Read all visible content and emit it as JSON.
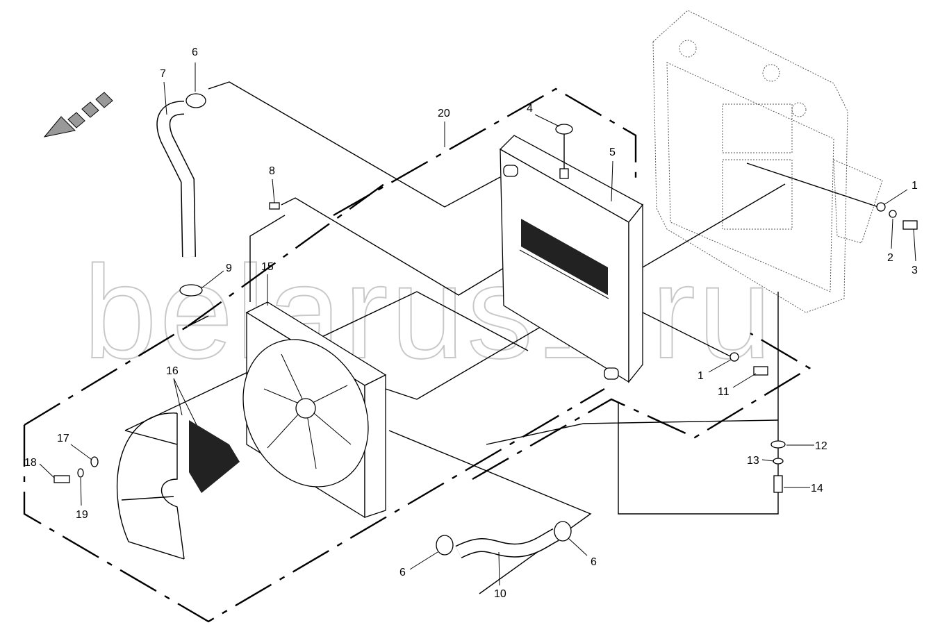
{
  "diagram": {
    "watermark": "belarus1.ru",
    "callouts": [
      {
        "id": "c6a",
        "text": "6"
      },
      {
        "id": "c7",
        "text": "7"
      },
      {
        "id": "c20",
        "text": "20"
      },
      {
        "id": "c4",
        "text": "4"
      },
      {
        "id": "c5",
        "text": "5"
      },
      {
        "id": "c8",
        "text": "8"
      },
      {
        "id": "c1a",
        "text": "1"
      },
      {
        "id": "c2",
        "text": "2"
      },
      {
        "id": "c3",
        "text": "3"
      },
      {
        "id": "c9",
        "text": "9"
      },
      {
        "id": "c15",
        "text": "15"
      },
      {
        "id": "c16",
        "text": "16"
      },
      {
        "id": "c1b",
        "text": "1"
      },
      {
        "id": "c11",
        "text": "11"
      },
      {
        "id": "c12",
        "text": "12"
      },
      {
        "id": "c13",
        "text": "13"
      },
      {
        "id": "c14",
        "text": "14"
      },
      {
        "id": "c17",
        "text": "17"
      },
      {
        "id": "c18",
        "text": "18"
      },
      {
        "id": "c19",
        "text": "19"
      },
      {
        "id": "c6b",
        "text": "6"
      },
      {
        "id": "c10",
        "text": "10"
      },
      {
        "id": "c6c",
        "text": "6"
      }
    ]
  }
}
